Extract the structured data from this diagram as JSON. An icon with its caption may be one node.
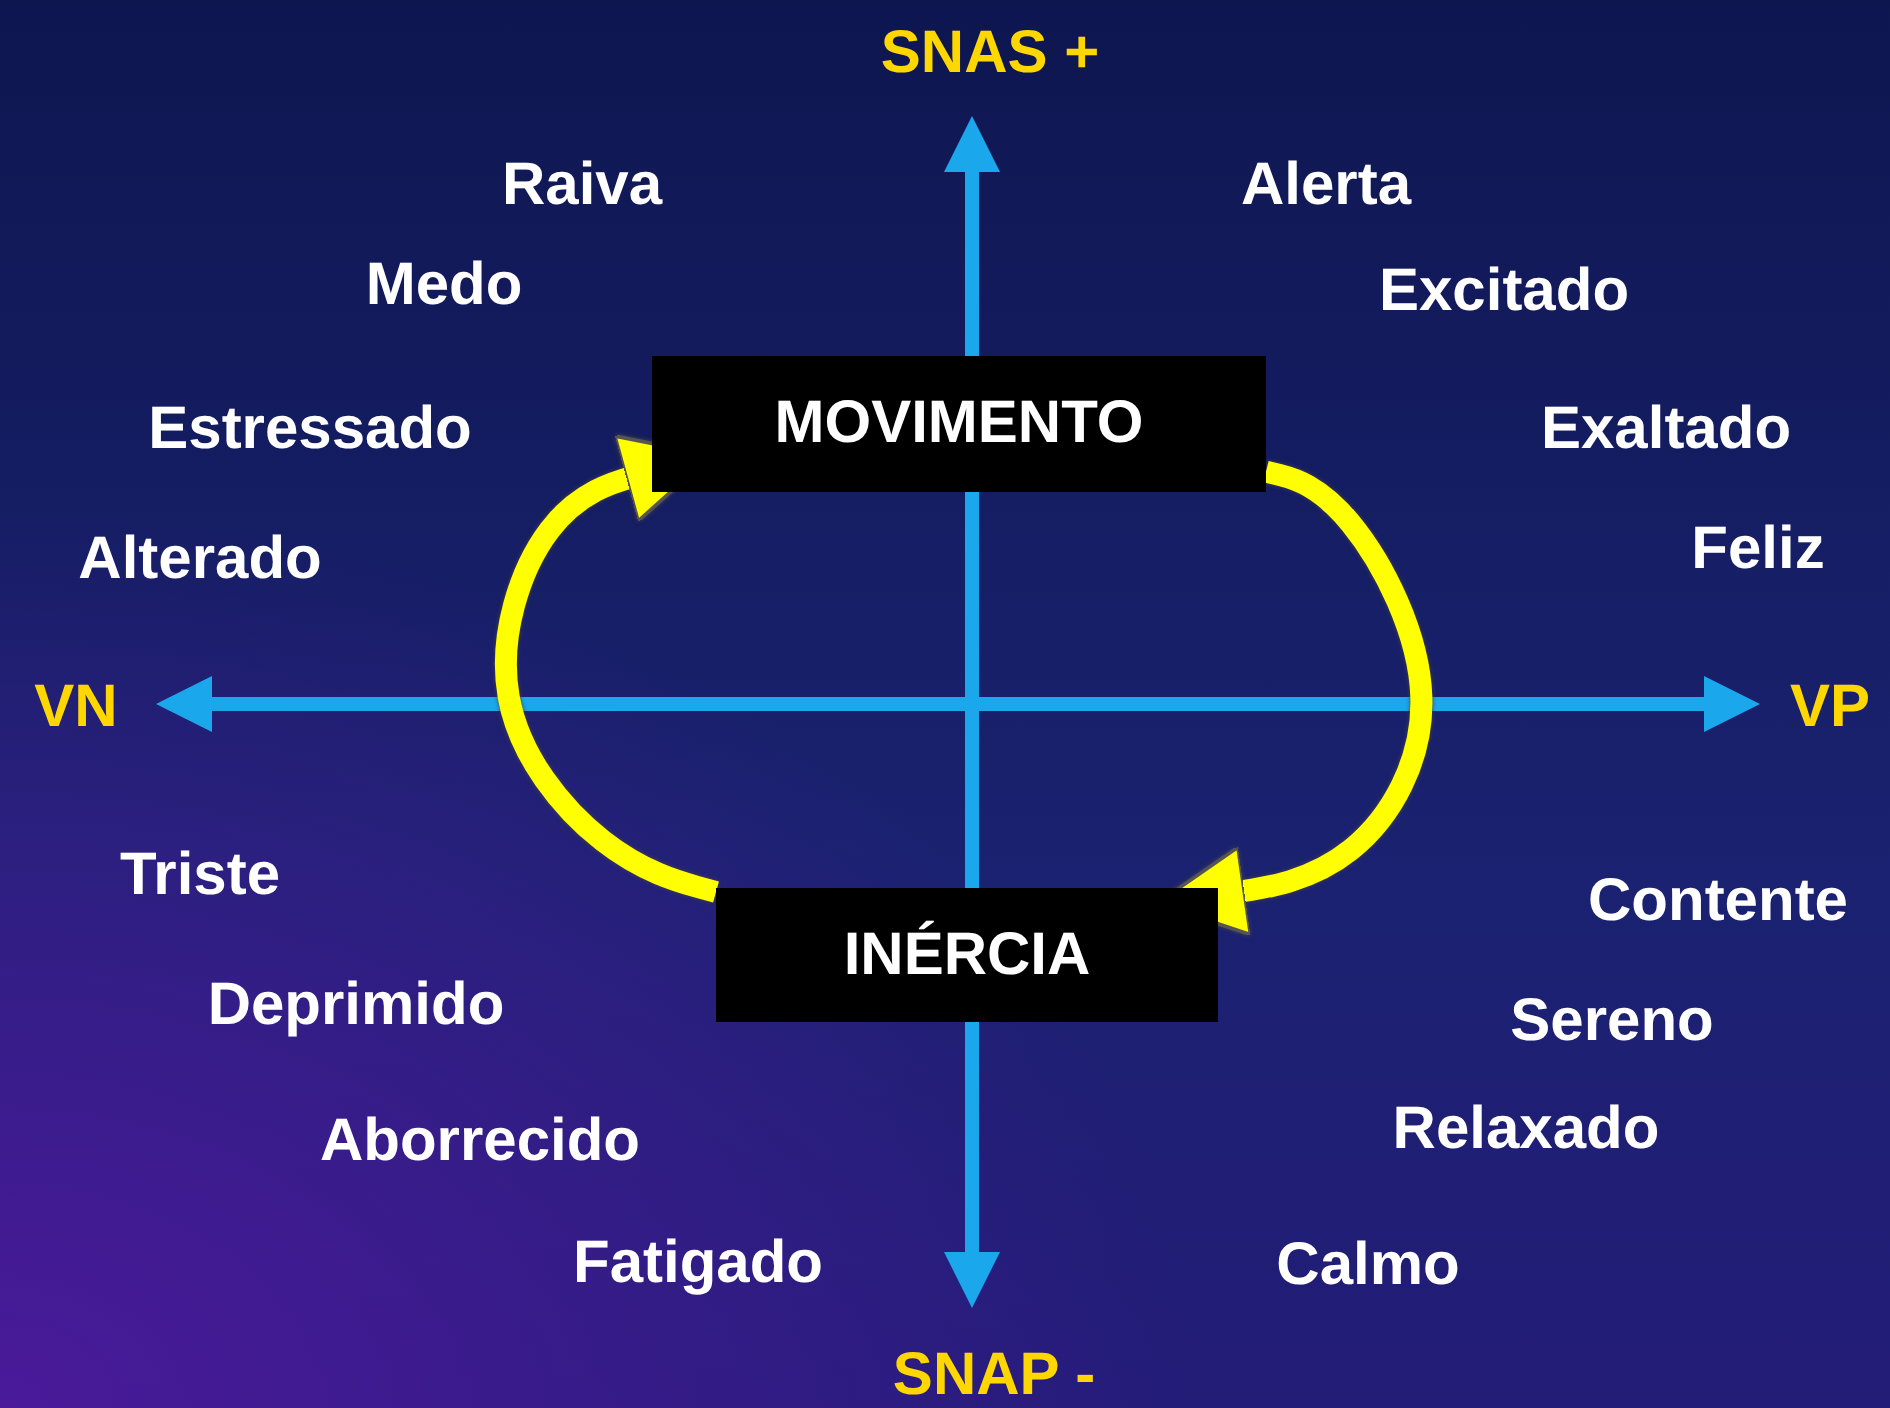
{
  "diagram": {
    "nodes": [
      {
        "text": [
          "MOVIMENTO"
        ]
      },
      {
        "text": [
          "INÉRCIA"
        ]
      }
    ],
    "edges": [
      {
        "from": 0,
        "to": 1,
        "arrow": "to"
      },
      {
        "from": 1,
        "to": 0,
        "arrow": "to"
      }
    ],
    "labels": [
      "SNAS +",
      "Raiva",
      "Alerta",
      "Medo",
      "Excitado",
      "Estressado",
      "Exaltado",
      "Alterado",
      "Feliz",
      "VN",
      "VP",
      "Triste",
      "Contente",
      "Deprimido",
      "Sereno",
      "Aborrecido",
      "Relaxado",
      "Fatigado",
      "Calmo",
      "SNAP -"
    ]
  }
}
